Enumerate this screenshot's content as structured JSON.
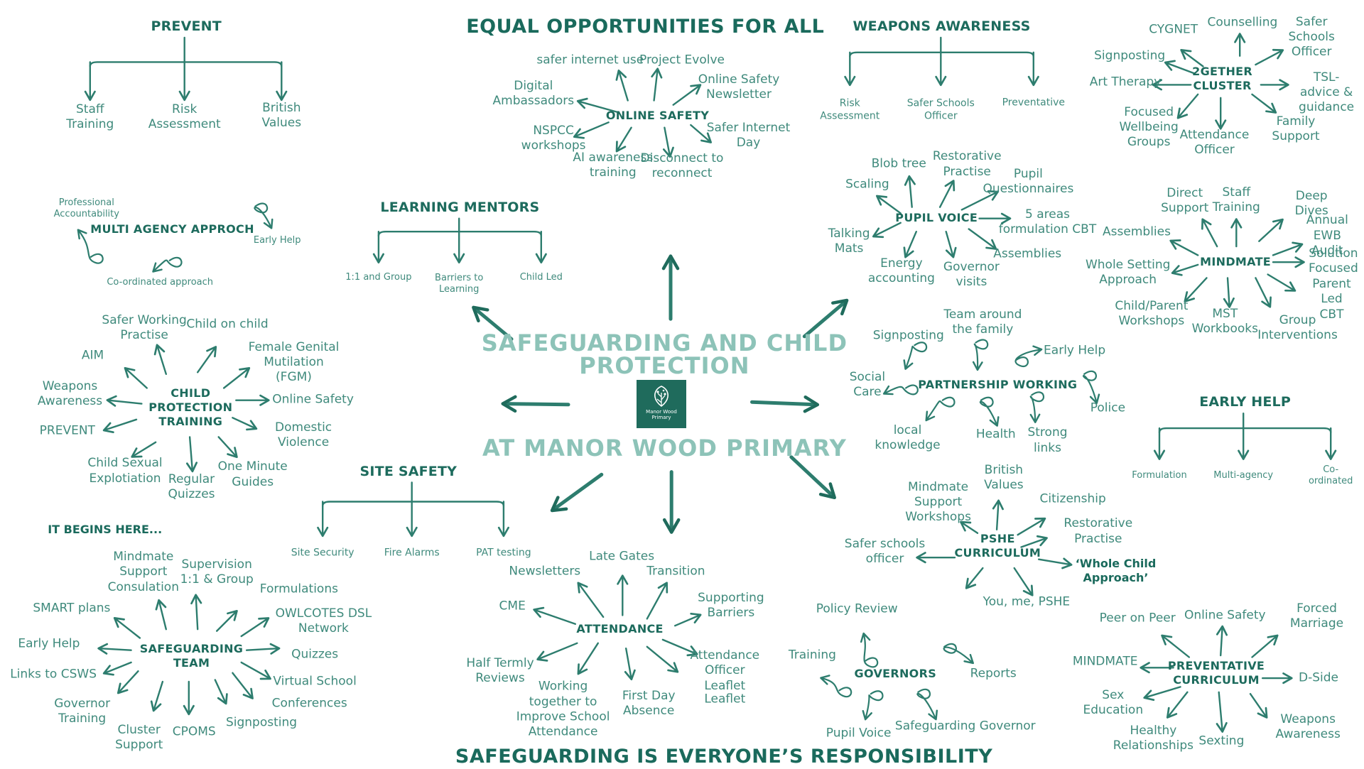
{
  "colors": {
    "accent": "#1d6b5d",
    "text": "#3f8a7c",
    "title": "#8dc3b8",
    "logo_bg": "#1f6b5c"
  },
  "banners": {
    "top": "EQUAL OPPORTUNITIES FOR ALL",
    "bottom": "SAFEGUARDING IS EVERYONE’S RESPONSIBILITY"
  },
  "center": {
    "title": "SAFEGUARDING AND CHILD\nPROTECTION",
    "subtitle": "AT MANOR WOOD PRIMARY",
    "logo_text": "Manor Wood\nPrimary"
  },
  "callouts": {
    "it_begins_here": "IT BEGINS HERE...",
    "whole_child": "‘Whole Child\nApproach’"
  },
  "sections": {
    "prevent": {
      "title": "PREVENT",
      "items": [
        "Staff\nTraining",
        "Risk\nAssessment",
        "British\nValues"
      ]
    },
    "weapons_awareness": {
      "title": "WEAPONS AWARENESS",
      "items": [
        "Risk\nAssessment",
        "Safer Schools\nOfficer",
        "Preventative"
      ]
    },
    "learning_mentors": {
      "title": "LEARNING MENTORS",
      "items": [
        "1:1 and Group",
        "Barriers to\nLearning",
        "Child Led"
      ]
    },
    "early_help": {
      "title": "EARLY HELP",
      "items": [
        "Formulation",
        "Multi-agency",
        "Co-ordinated"
      ]
    },
    "site_safety": {
      "title": "SITE SAFETY",
      "items": [
        "Site Security",
        "Fire Alarms",
        "PAT testing"
      ]
    },
    "multi_agency": {
      "title": "MULTI AGENCY APPROCH",
      "items": [
        "Professional\nAccountability",
        "Early Help",
        "Co-ordinated approach"
      ]
    },
    "online_safety": {
      "title": "ONLINE SAFETY",
      "items": [
        "safer internet use",
        "Project Evolve",
        "Online Safety\nNewsletter",
        "Digital\nAmbassadors",
        "NSPCC\nworkshops",
        "AI awareness\ntraining",
        "Disconnect to\nreconnect",
        "Safer Internet\nDay"
      ]
    },
    "two_gether": {
      "title": "2GETHER\nCLUSTER",
      "items": [
        "CYGNET",
        "Counselling",
        "Safer Schools\nOfficer",
        "Signposting",
        "Art Therapy",
        "TSL- advice &\nguidance",
        "Focused\nWellbeing\nGroups",
        "Attendance\nOfficer",
        "Family\nSupport"
      ]
    },
    "pupil_voice": {
      "title": "PUPIL VOICE",
      "items": [
        "Blob tree",
        "Restorative\nPractise",
        "Pupil\nQuestionnaires",
        "Scaling",
        "5 areas\nformulation CBT",
        "Talking\nMats",
        "Energy\naccounting",
        "Governor\nvisits",
        "Assemblies"
      ]
    },
    "mindmate": {
      "title": "MINDMATE",
      "items": [
        "Direct\nSupport",
        "Staff\nTraining",
        "Deep Dives",
        "Assemblies",
        "Annual EWB\nAudit",
        "Solution\nFocused",
        "Whole Setting\nApproach",
        "Parent Led\nCBT",
        "Child/Parent\nWorkshops",
        "MST\nWorkbooks",
        "Group\nInterventions"
      ]
    },
    "child_protection": {
      "title": "CHILD\nPROTECTION\nTRAINING",
      "items": [
        "Safer Working\nPractise",
        "Child on child",
        "AIM",
        "Female Genital\nMutilation\n(FGM)",
        "Weapons\nAwareness",
        "Online Safety",
        "PREVENT",
        "Domestic\nViolence",
        "Child Sexual\nExplotiation",
        "Regular\nQuizzes",
        "One Minute\nGuides"
      ]
    },
    "partnership": {
      "title": "PARTNERSHIP WORKING",
      "items": [
        "Signposting",
        "Team around\nthe family",
        "Early Help",
        "Social\nCare",
        "Police",
        "local\nknowledge",
        "Health",
        "Strong\nlinks"
      ]
    },
    "safeguarding_team": {
      "title": "SAFEGUARDING\nTEAM",
      "items": [
        "Mindmate\nSupport\nConsulation",
        "Supervision\n1:1 & Group",
        "Formulations",
        "SMART plans",
        "OWLCOTES DSL\nNetwork",
        "Early Help",
        "Quizzes",
        "Links to CSWS",
        "Virtual School",
        "Governor\nTraining",
        "Conferences",
        "Cluster\nSupport",
        "CPOMS",
        "Signposting"
      ]
    },
    "attendance": {
      "title": "ATTENDANCE",
      "items": [
        "Late Gates",
        "Newsletters",
        "Transition",
        "CME",
        "Supporting\nBarriers",
        "Half Termly\nReviews",
        "Attendance\nOfficer\nLeaflet",
        "Leaflet",
        "Working\ntogether to\nImprove School\nAttendance",
        "First Day\nAbsence"
      ]
    },
    "pshe": {
      "title": "PSHE\nCURRICULUM",
      "items": [
        "British\nValues",
        "Mindmate\nSupport\nWorkshops",
        "Citizenship",
        "Restorative\nPractise",
        "Safer schools\nofficer",
        "You, me, PSHE"
      ]
    },
    "governors": {
      "title": "GOVERNORS",
      "items": [
        "Policy Review",
        "Training",
        "Reports",
        "Pupil Voice",
        "Safeguarding Governor"
      ]
    },
    "preventative": {
      "title": "PREVENTATIVE\nCURRICULUM",
      "items": [
        "Peer on Peer",
        "Online Safety",
        "Forced Marriage",
        "MINDMATE",
        "D-Side",
        "Sex\nEducation",
        "Healthy\nRelationships",
        "Sexting",
        "Weapons\nAwareness"
      ]
    }
  }
}
